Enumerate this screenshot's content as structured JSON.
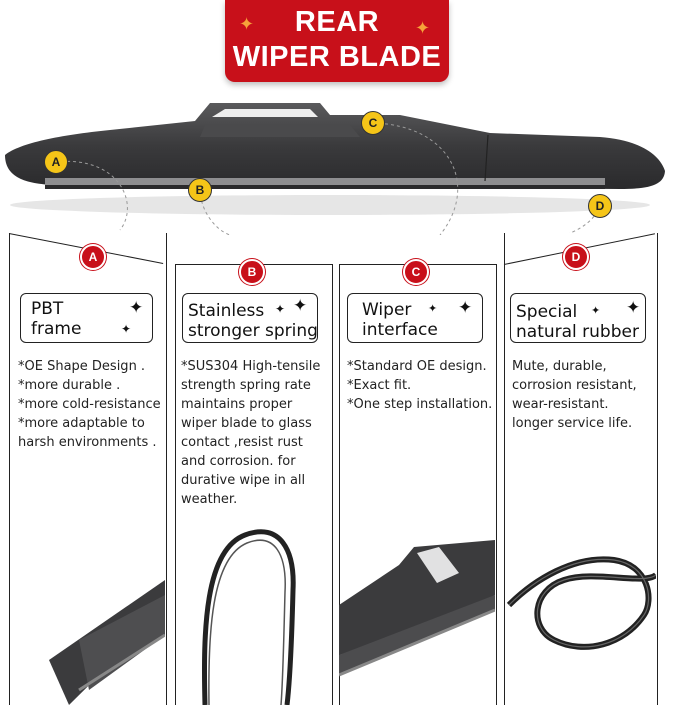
{
  "header": {
    "line1": "REAR",
    "line2": "WIPER BLADE"
  },
  "markers": [
    "A",
    "B",
    "C",
    "D"
  ],
  "panels": [
    {
      "marker": "A",
      "title_line1": "PBT",
      "title_line2": "frame",
      "lines": [
        "*OE Shape Design .",
        "*more durable .",
        "*more cold-resistance",
        "*more adaptable to",
        "harsh environments ."
      ]
    },
    {
      "marker": "B",
      "title_line1": "Stainless",
      "title_line2": "stronger spring",
      "lines": [
        "*SUS304 High-tensile",
        "strength spring rate",
        "maintains proper",
        "wiper blade to glass",
        "contact ,resist rust",
        "and corrosion. for",
        "durative wipe in all",
        "weather."
      ]
    },
    {
      "marker": "C",
      "title_line1": "Wiper",
      "title_line2": "interface",
      "lines": [
        "*Standard OE design.",
        "*Exact fit.",
        "*One step installation."
      ]
    },
    {
      "marker": "D",
      "title_line1": "Special",
      "title_line2": "natural rubber",
      "lines": [
        "Mute, durable,",
        "corrosion resistant,",
        "wear-resistant.",
        "longer service life."
      ]
    }
  ],
  "colors": {
    "brand_red": "#c8101a",
    "marker_yellow": "#f5c518",
    "sparkle_orange": "#f6a33a",
    "blade_dark": "#3b3b3d"
  },
  "icons": [
    "sparkle-icon",
    "wiper-blade-image",
    "spring-image",
    "rubber-strip-image"
  ]
}
